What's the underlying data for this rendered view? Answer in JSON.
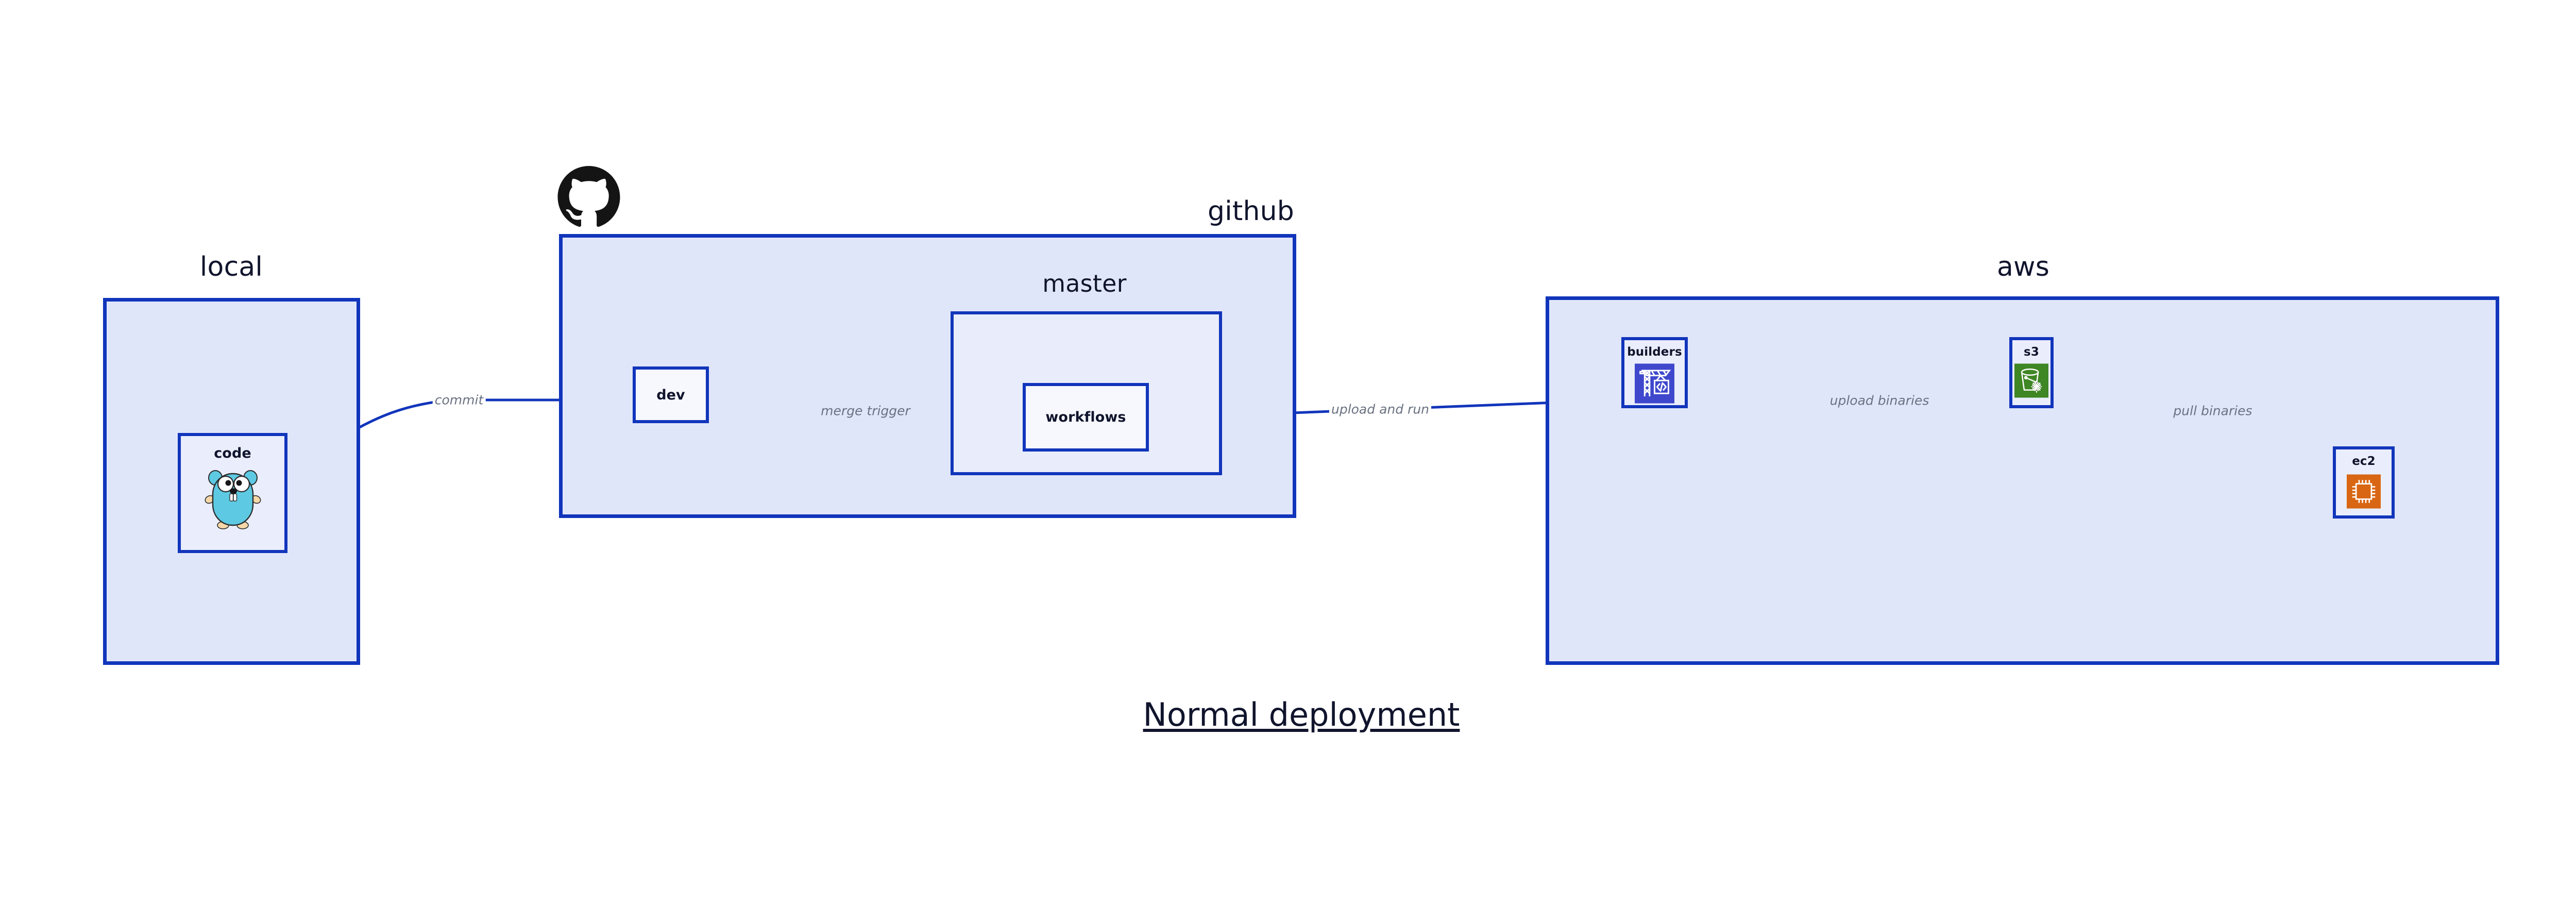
{
  "diagram": {
    "caption": "Normal deployment",
    "accent_border": "#1135bb",
    "group_fill": "#e0e6fa",
    "subgroup_fill": "#e9edfb",
    "node_fill": "#eaeefc",
    "label_color": "#6a7281",
    "text_color": "#10142c"
  },
  "groups": {
    "local": {
      "label": "local"
    },
    "github": {
      "label": "github",
      "logo": "github-octocat-logo"
    },
    "master": {
      "label": "master"
    },
    "aws": {
      "label": "aws"
    }
  },
  "nodes": {
    "code": {
      "label": "code",
      "icon": "go-gopher-icon",
      "icon_color": "#5dc9e2"
    },
    "dev": {
      "label": "dev",
      "icon": "none"
    },
    "workflows": {
      "label": "workflows",
      "icon": "none"
    },
    "builders": {
      "label": "builders",
      "icon": "aws-codebuild-icon",
      "icon_color": "#3f48cc"
    },
    "s3": {
      "label": "s3",
      "icon": "aws-s3-glacier-icon",
      "icon_color": "#3f8624"
    },
    "ec2": {
      "label": "ec2",
      "icon": "aws-ec2-icon",
      "icon_color": "#d86613"
    }
  },
  "edges": [
    {
      "id": "code-to-dev",
      "label": "commit",
      "from": "code",
      "to": "dev"
    },
    {
      "id": "dev-to-workflows",
      "label": "merge trigger",
      "from": "dev",
      "to": "workflows"
    },
    {
      "id": "workflows-to-builders",
      "label": "upload and run",
      "from": "workflows",
      "to": "builders"
    },
    {
      "id": "builders-to-s3",
      "label": "upload binaries",
      "from": "builders",
      "to": "s3"
    },
    {
      "id": "s3-to-ec2",
      "label": "pull binaries",
      "from": "s3",
      "to": "ec2"
    }
  ]
}
